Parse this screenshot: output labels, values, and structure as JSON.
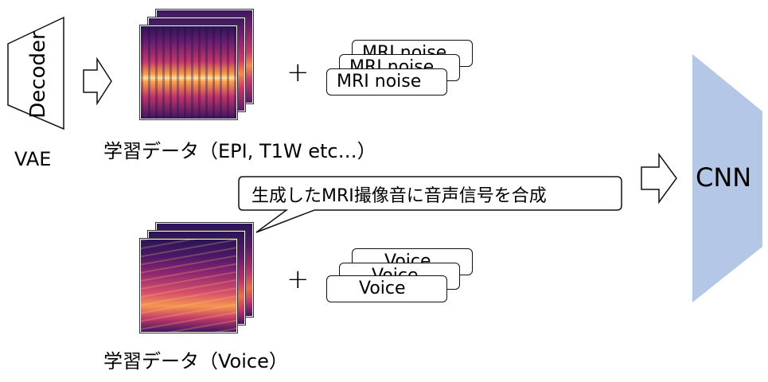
{
  "decoder": {
    "label": "Decoder",
    "caption": "VAE"
  },
  "training_data_top": {
    "caption": "学習データ（EPI, T1W etc…）",
    "plus": "+",
    "noise_cards": [
      "MRI noise",
      "MRI noise",
      "MRI noise"
    ]
  },
  "callout": {
    "text": "生成したMRI撮像音に音声信号を合成"
  },
  "training_data_bottom": {
    "caption": "学習データ（Voice）",
    "plus": "+",
    "voice_cards": [
      "Voice",
      "Voice",
      "Voice"
    ]
  },
  "cnn": {
    "label": "CNN",
    "color": "#b4c7e7"
  },
  "colors": {
    "spectrogram_dark": "#2b1458",
    "spectrogram_mid": "#c0366a",
    "spectrogram_hot": "#f6a04b"
  }
}
